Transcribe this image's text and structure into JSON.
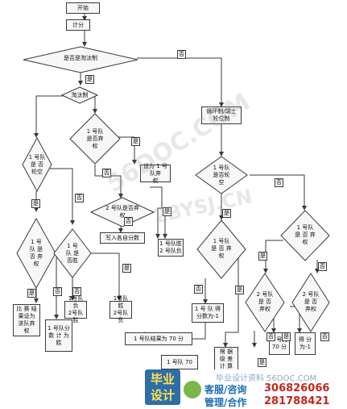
{
  "flow": {
    "start": "开始",
    "score": "计分",
    "is_elimination": "是否是淘汰制",
    "elimination": "淘汰制",
    "round_robin": "循环制/瑞士\n轮位制",
    "t1_bye_elim": "1 号队\n是 否\n轮空",
    "t1_forfeit_elim": "1 号队\n是否弃\n权",
    "set_t1_forfeit": "设为 1 号队弃\n权",
    "t2_forfeit_elim": "2 号队是否弃\n权",
    "write_scores": "写入各自分数",
    "t1_win_t2_lose_a": "1 号队胜\n2 号队负",
    "t1_forfeit_elim2": "1 号\n队 是\n否 弃\n权",
    "t1_win_q": "1 号\n队 是\n否胜",
    "result_t1_forfeit": "比 赛 结\n果设为\n该队弃\n权",
    "t1_score_win": "1 号队分\n数 计 为\n胜",
    "t1_lose_t2_win": "1号队负\n2号队胜",
    "t1_win_t2_lose_b": "1号队胜\n2号队负",
    "t1_bye_rr": "1 号队\n是否轮\n空",
    "t1_forfeit_rr": "1 号队\n是 否 弃\n权",
    "t1_forfeit_rr2": "1 号队\n是 否 弃\n权",
    "t1_score_neg1": "1 号 队 得\n分数为-1",
    "t2_forfeit_rr": "2 号队\n是 否\n弃权",
    "t2_forfeit_rr2": "2 号队\n是 否\n弃权",
    "t1_result_70": "1 号队结果为 70 分",
    "t1_70": "1 号队  70",
    "by_score_calc": "根 据\n级 差\n计 算",
    "t2_score_70": "2 号为\n70 分",
    "score_neg1": "得 分\n为-1"
  },
  "labels": {
    "yes": "是",
    "no": "否"
  },
  "watermarks": {
    "w1": "56DOC.COM",
    "w2": "2BYSJ.CN",
    "w3": "毕业设计资料 56DOC.COM",
    "logo": "毕业\n设计"
  },
  "footer": {
    "service_label": "客服/咨询",
    "service_qq": "306826066",
    "manage_label": "管理/合作",
    "manage_qq": "281788421"
  },
  "colors": {
    "line": "#3a3a3a",
    "footer_brand": "#1a6fb3",
    "footer_red": "#c0281c",
    "logo_bg": "#2d6ea8"
  }
}
